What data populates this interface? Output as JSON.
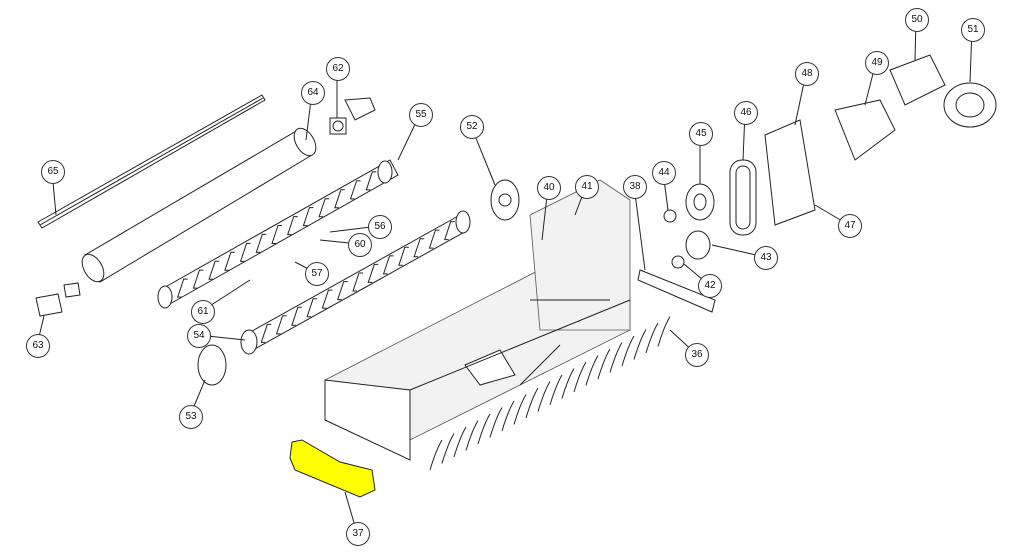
{
  "diagram": {
    "highlight_color": "#ffff00",
    "highlighted_part": "37",
    "callouts": [
      "62",
      "64",
      "55",
      "65",
      "52",
      "40",
      "41",
      "38",
      "44",
      "45",
      "46",
      "48",
      "49",
      "50",
      "51",
      "47",
      "56",
      "60",
      "57",
      "61",
      "43",
      "42",
      "54",
      "36",
      "63",
      "53",
      "37"
    ]
  }
}
